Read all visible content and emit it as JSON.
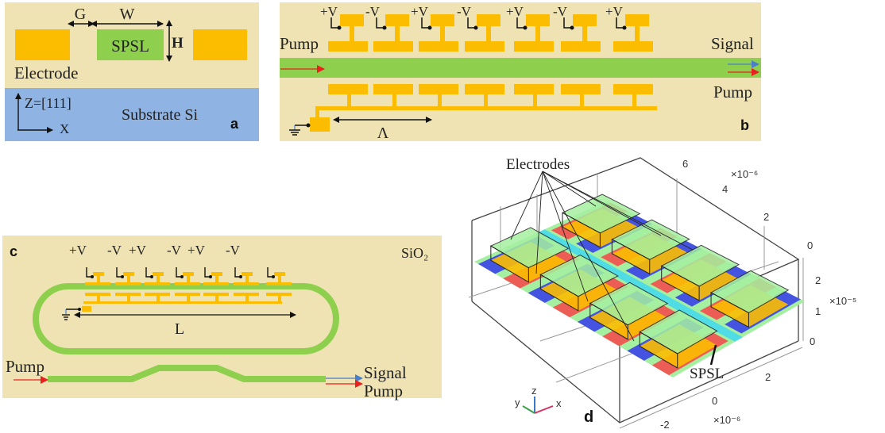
{
  "colors": {
    "background": "#efe3b4",
    "substrate": "#8fb4e3",
    "electrode": "#fcbd00",
    "waveguide": "#8ed04e",
    "pump_arrow": "#e8211e",
    "signal_arrow": "#4a7fc9"
  },
  "panel_a": {
    "label": "a",
    "gap_label": "G",
    "width_label": "W",
    "height_label": "H",
    "core_label": "SPSL",
    "electrode_label": "Electrode",
    "substrate_label": "Substrate Si",
    "axis_z_label": "Z=[111]",
    "axis_x_label": "X"
  },
  "panel_b": {
    "label": "b",
    "voltages": [
      "+V",
      "-V",
      "+V",
      "-V",
      "+V",
      "-V",
      "+V"
    ],
    "input_label": "Pump",
    "output_signal_label": "Signal",
    "output_pump_label": "Pump",
    "period_label": "Λ"
  },
  "panel_c": {
    "label": "c",
    "cladding_label": "SiO₂",
    "voltages": [
      "+V",
      "-V",
      "+V",
      "-V",
      "+V",
      "-V"
    ],
    "length_label": "L",
    "input_label": "Pump",
    "output_signal_label": "Signal",
    "output_pump_label": "Pump"
  },
  "panel_d": {
    "label": "d",
    "electrodes_label": "Electrodes",
    "core_label": "SPSL",
    "y_axis_ticks": [
      "6",
      "4",
      "2",
      "0"
    ],
    "y_axis_scale": "×10⁻⁶",
    "z_axis_ticks": [
      "2",
      "1",
      "0"
    ],
    "z_axis_scale": "×10⁻⁵",
    "x_axis_ticks": [
      "2",
      "0",
      "-2"
    ],
    "x_axis_scale": "×10⁻⁶",
    "triad": {
      "x": "x",
      "y": "y",
      "z": "z"
    }
  }
}
